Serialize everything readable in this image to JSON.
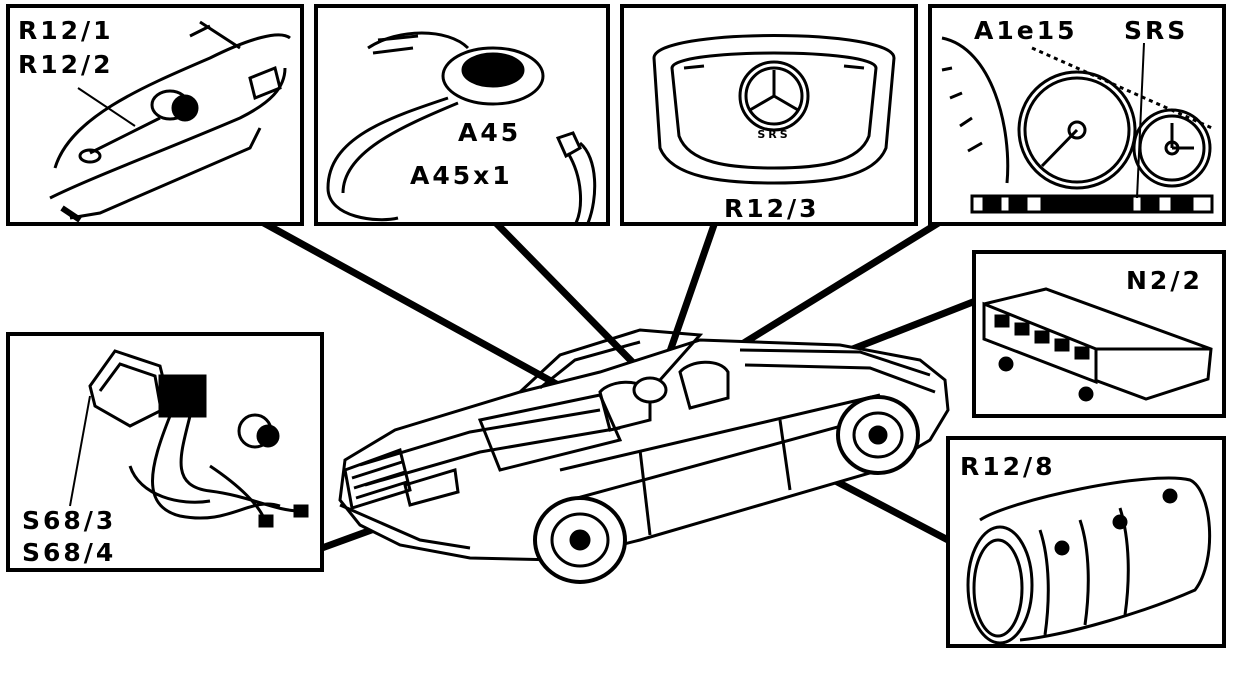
{
  "labels": {
    "r12_1": "R12/1",
    "r12_2": "R12/2",
    "a45": "A45",
    "a45x1": "A45x1",
    "r12_3": "R12/3",
    "a1e15": "A1e15",
    "srs": "SRS",
    "n2_2": "N2/2",
    "r12_8": "R12/8",
    "s68_3": "S68/3",
    "s68_4": "S68/4",
    "steering_wheel_badge": "SRS"
  }
}
